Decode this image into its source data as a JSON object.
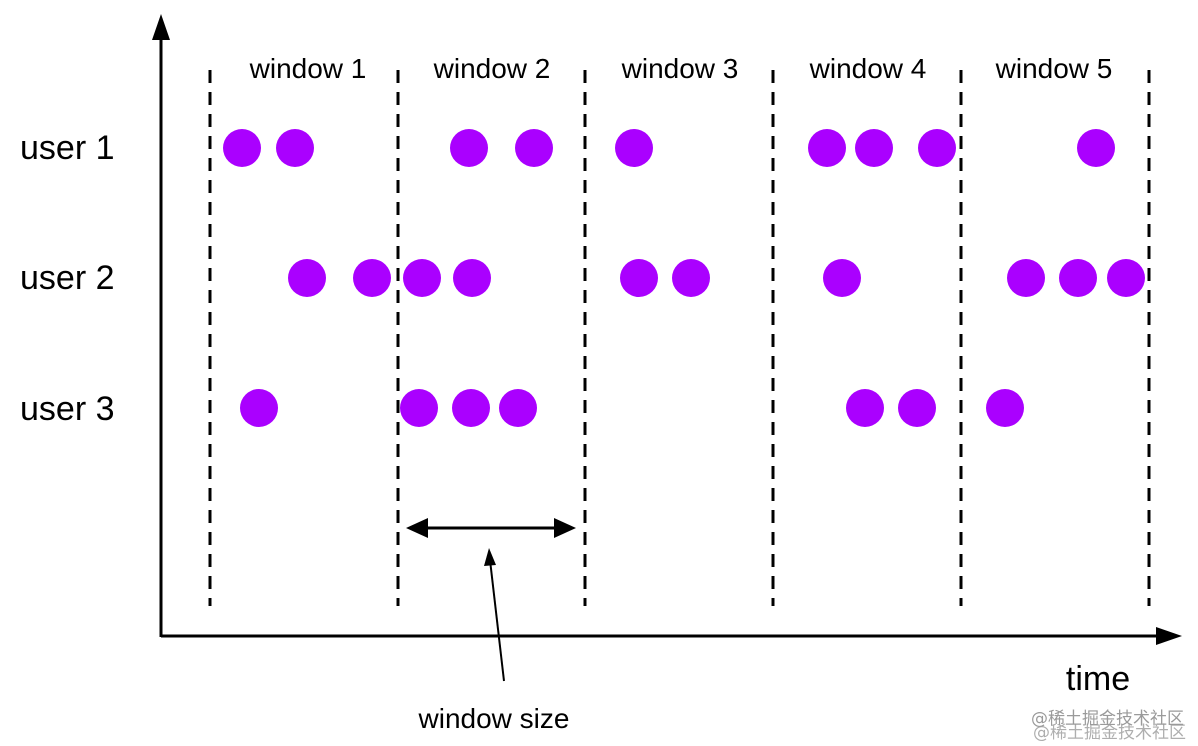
{
  "windows": [
    {
      "label": "window 1"
    },
    {
      "label": "window 2"
    },
    {
      "label": "window 3"
    },
    {
      "label": "window 4"
    },
    {
      "label": "window 5"
    }
  ],
  "users": [
    {
      "label": "user 1",
      "events": 9
    },
    {
      "label": "user 2",
      "events": 10
    },
    {
      "label": "user 3",
      "events": 7
    }
  ],
  "axis": {
    "x_label": "time"
  },
  "annotation": {
    "label": "window size"
  },
  "watermark": {
    "text": "@稀土掘金技术社区"
  },
  "colors": {
    "dot": "#aa00ff",
    "line": "#000000",
    "watermark": "#9a9a9a"
  }
}
